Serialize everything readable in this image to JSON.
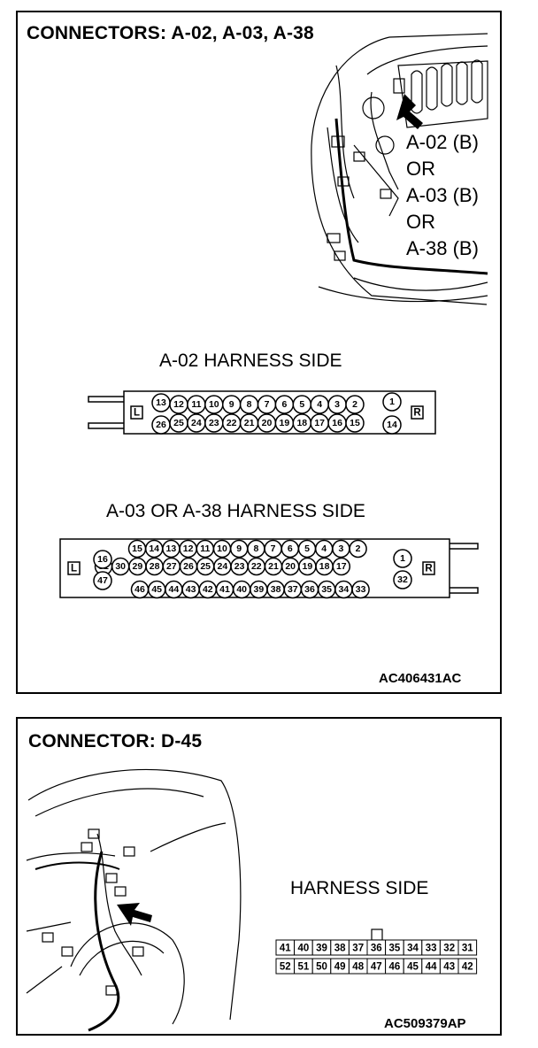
{
  "panel1": {
    "title": "CONNECTORS: A-02, A-03, A-38",
    "callouts": [
      "A-02 (B)",
      "OR",
      "A-03 (B)",
      "OR",
      "A-38 (B)"
    ],
    "a02": {
      "label": "A-02 HARNESS SIDE",
      "left_marker": "L",
      "right_marker": "R",
      "row1": [
        "13",
        "12",
        "11",
        "10",
        "9",
        "8",
        "7",
        "6",
        "5",
        "4",
        "3",
        "2",
        "1"
      ],
      "row2": [
        "26",
        "25",
        "24",
        "23",
        "22",
        "21",
        "20",
        "19",
        "18",
        "17",
        "16",
        "15",
        "14"
      ]
    },
    "a03": {
      "label": "A-03 OR A-38 HARNESS SIDE",
      "left_marker": "L",
      "right_marker": "R",
      "row1": [
        "15",
        "14",
        "13",
        "12",
        "11",
        "10",
        "9",
        "8",
        "7",
        "6",
        "5",
        "4",
        "3",
        "2"
      ],
      "row2": [
        "31",
        "30",
        "29",
        "28",
        "27",
        "26",
        "25",
        "24",
        "23",
        "22",
        "21",
        "20",
        "19",
        "18",
        "17"
      ],
      "row3": [
        "46",
        "45",
        "44",
        "43",
        "42",
        "41",
        "40",
        "39",
        "38",
        "37",
        "36",
        "35",
        "34",
        "33"
      ],
      "left_pins": [
        "16",
        "47"
      ],
      "right_pins": [
        "1",
        "32"
      ]
    },
    "code": "AC406431AC"
  },
  "panel2": {
    "title": "CONNECTOR: D-45",
    "label": "HARNESS SIDE",
    "row1": [
      "41",
      "40",
      "39",
      "38",
      "37",
      "36",
      "35",
      "34",
      "33",
      "32",
      "31"
    ],
    "row2": [
      "52",
      "51",
      "50",
      "49",
      "48",
      "47",
      "46",
      "45",
      "44",
      "43",
      "42"
    ],
    "code": "AC509379AP"
  }
}
